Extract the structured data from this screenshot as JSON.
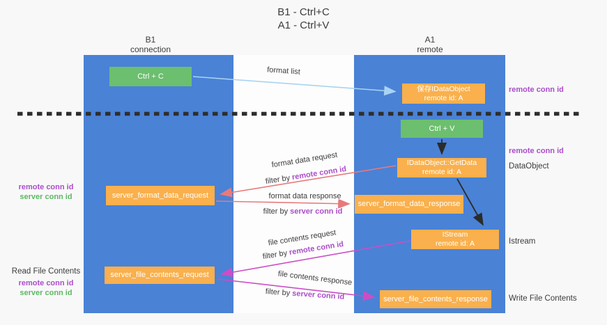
{
  "title": {
    "line1": "B1 - Ctrl+C",
    "line2": "A1 - Ctrl+V"
  },
  "lanes": {
    "left": {
      "name": "B1",
      "subtitle": "connection"
    },
    "right": {
      "name": "A1",
      "subtitle": "remote"
    }
  },
  "boxes": {
    "ctrl_c": "Ctrl + C",
    "save_idataobject": {
      "line1": "保存IDataObject",
      "line2": "remote id: A"
    },
    "ctrl_v": "Ctrl + V",
    "getdata": {
      "line1": "IDataObject::GetData",
      "line2": "remote id: A"
    },
    "server_format_data_request": "server_format_data_request",
    "server_format_data_response": "server_format_data_response",
    "istream": {
      "line1": "IStream",
      "line2": "remote id: A"
    },
    "server_file_contents_request": "server_file_contents_request",
    "server_file_contents_response": "server_file_contents_response"
  },
  "flow": {
    "format_list": "format list",
    "format_data_request": "format data request",
    "format_data_response": "format data response",
    "file_contents_request": "file contents request",
    "file_contents_response": "file contents response",
    "filter_by": "filter by ",
    "remote_conn_id": "remote conn id",
    "server_conn_id": "server conn id"
  },
  "side": {
    "remote_conn_id": "remote conn id",
    "server_conn_id": "server conn id",
    "dataobject": "DataObject",
    "istream": "Istream",
    "read_file_contents": "Read File Contents",
    "write_file_contents": "Write File Contents"
  },
  "colors": {
    "lane_blue": "#4a82d6",
    "box_orange": "#f9b04d",
    "box_green": "#6cbf6e",
    "arrow_lightblue": "#a9d3f2",
    "arrow_red": "#e87a7a",
    "arrow_magenta": "#cb4ec6",
    "arrow_black": "#2b2b2b",
    "dashed_line": "#2e2e2e",
    "text_purple": "#ab4ec9",
    "text_green": "#5cb860",
    "background": "#f8f8f9"
  }
}
